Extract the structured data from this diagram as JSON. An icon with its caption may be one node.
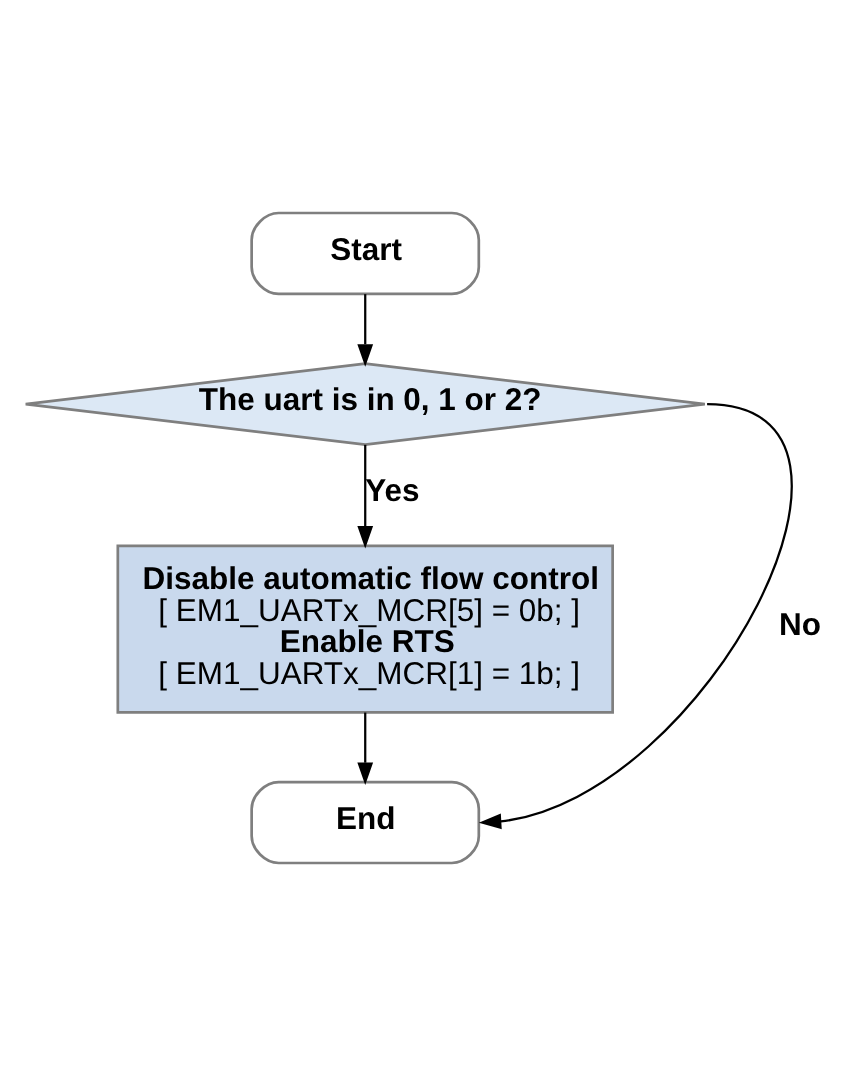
{
  "diagram": {
    "nodes": [
      {
        "text": [
          "Start"
        ]
      },
      {
        "text": [
          "The uart is in 0, 1 or 2?"
        ]
      },
      {
        "text": [
          "Disable automatic flow control",
          "[ EM1_UARTx_MCR[5] = 0b; ]",
          "Enable RTS",
          "[ EM1_UARTx_MCR[1] = 1b; ]"
        ]
      },
      {
        "text": [
          "End"
        ]
      }
    ],
    "edges": [
      {
        "from": 0,
        "to": 1,
        "arrow": "to"
      },
      {
        "from": 1,
        "to": 2,
        "arrow": "to",
        "label": "Yes"
      },
      {
        "from": 1,
        "to": 3,
        "arrow": "to",
        "label": "No"
      },
      {
        "from": 2,
        "to": 3,
        "arrow": "to"
      }
    ]
  }
}
